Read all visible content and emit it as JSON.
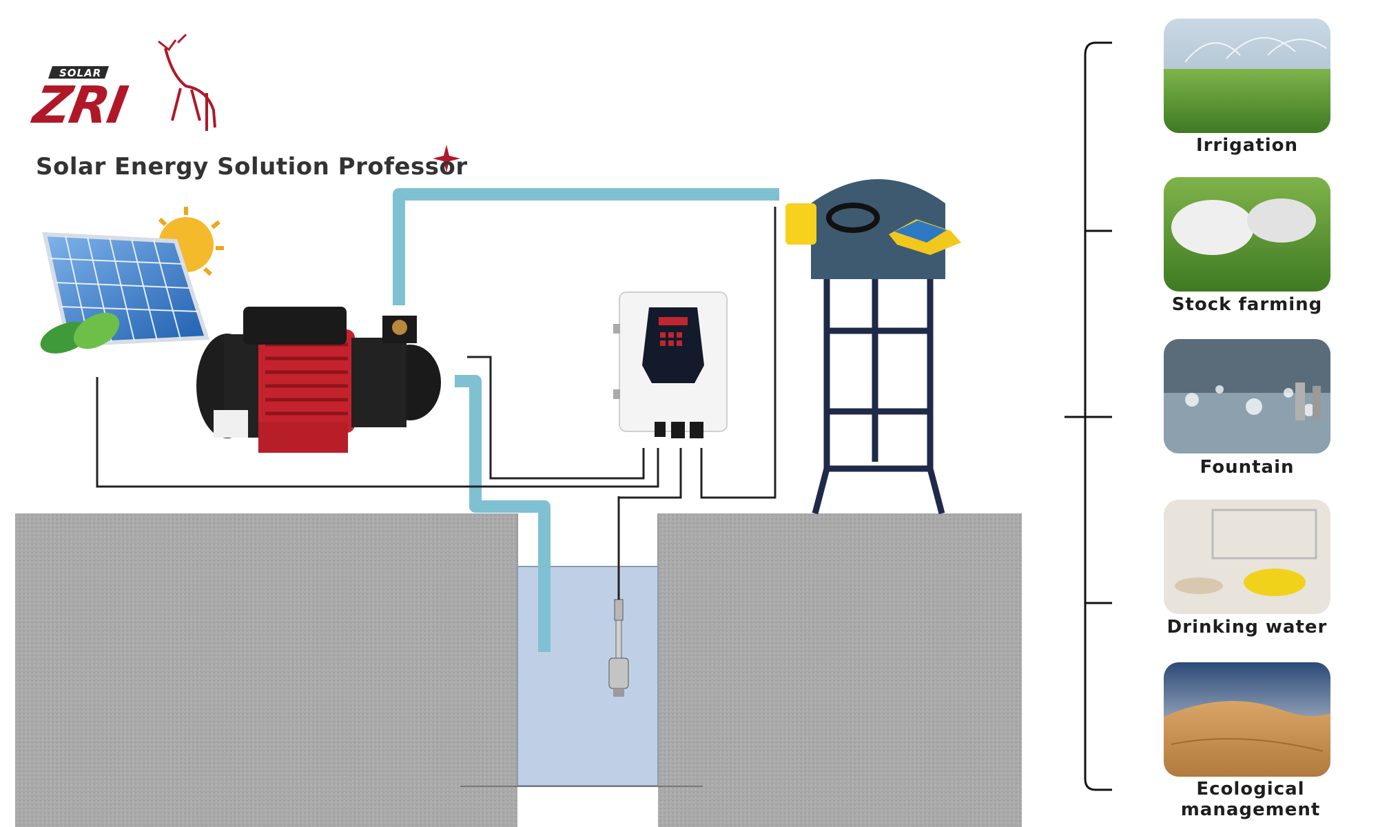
{
  "brand": {
    "badge": "SOLAR",
    "name": "ZRI",
    "tagline": "Solar Energy Solution Professor"
  },
  "applications": [
    {
      "label": "Irrigation",
      "icon": "irrigation-photo"
    },
    {
      "label": "Stock  farming",
      "icon": "sheep-grazing-photo"
    },
    {
      "label": "Fountain",
      "icon": "fountain-photo"
    },
    {
      "label": "Drinking water",
      "icon": "drinking-water-photo"
    },
    {
      "label": "Ecological management",
      "icon": "desert-photo"
    }
  ],
  "colors": {
    "brand_red": "#b01828",
    "pipe": "#7fc0d2",
    "tower": "#1f2a4a",
    "tank": "#3d5a70",
    "ground": "#a8a8a8",
    "well_water": "#bfd0e6",
    "wire": "#222222"
  }
}
